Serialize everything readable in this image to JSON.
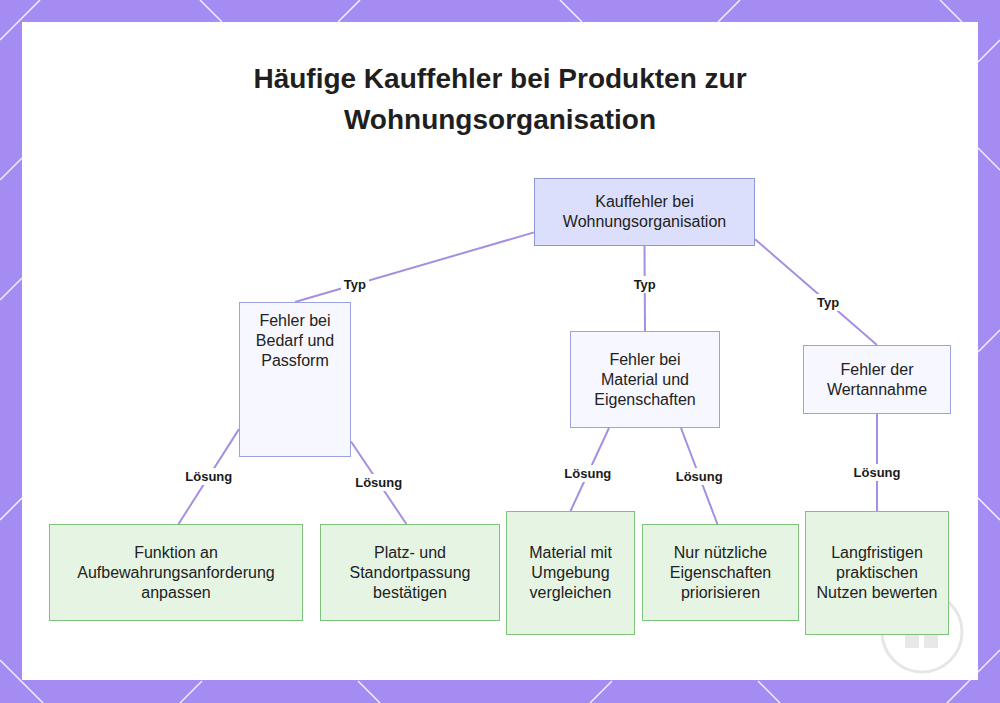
{
  "diagram": {
    "title": "Häufige Kauffehler bei Produkten zur Wohnungsorganisation",
    "nodes": [
      {
        "text": [
          "Kauffehler bei Wohnungsorganisation"
        ]
      },
      {
        "text": [
          "Fehler bei Bedarf und Passform"
        ]
      },
      {
        "text": [
          "Fehler bei Material und Eigenschaften"
        ]
      },
      {
        "text": [
          "Fehler der Wertannahme"
        ]
      },
      {
        "text": [
          "Funktion an Aufbewahrungsanforderung anpassen"
        ]
      },
      {
        "text": [
          "Platz- und Standortpassung bestätigen"
        ]
      },
      {
        "text": [
          "Material mit Umgebung vergleichen"
        ]
      },
      {
        "text": [
          "Nur nützliche Eigenschaften priorisieren"
        ]
      },
      {
        "text": [
          "Langfristigen praktischen Nutzen bewerten"
        ]
      }
    ],
    "edges": [
      {
        "from": 0,
        "to": 1,
        "label": "Typ",
        "arrow": "none"
      },
      {
        "from": 0,
        "to": 2,
        "label": "Typ",
        "arrow": "none"
      },
      {
        "from": 0,
        "to": 3,
        "label": "Typ",
        "arrow": "none"
      },
      {
        "from": 1,
        "to": 4,
        "label": "Lösung",
        "arrow": "none"
      },
      {
        "from": 1,
        "to": 5,
        "label": "Lösung",
        "arrow": "none"
      },
      {
        "from": 2,
        "to": 6,
        "label": "Lösung",
        "arrow": "none"
      },
      {
        "from": 2,
        "to": 7,
        "label": "Lösung",
        "arrow": "none"
      },
      {
        "from": 3,
        "to": 8,
        "label": "Lösung",
        "arrow": "none"
      }
    ]
  }
}
